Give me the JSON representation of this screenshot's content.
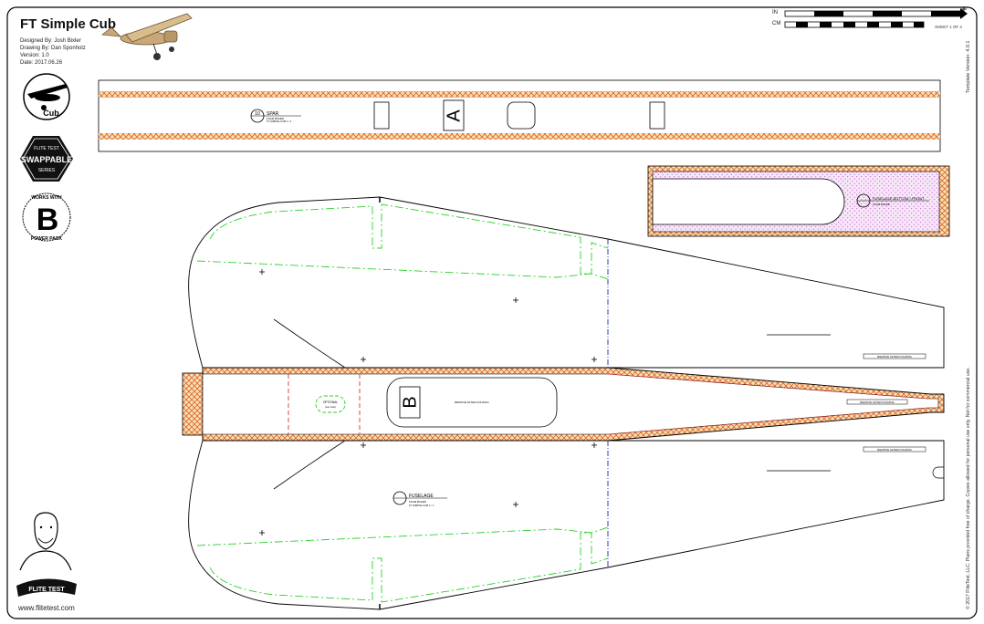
{
  "header": {
    "title": "FT Simple Cub",
    "designed_by": "Designed By: Josh Bixler",
    "drawing_by": "Drawing By: Dan Sponholz",
    "version": "Version: 1.0",
    "date": "Date: 2017.06.26"
  },
  "scale": {
    "inch_label": "IN",
    "cm_label": "CM",
    "sheet": "SHEET 1 OF 4"
  },
  "side": {
    "template_version": "Template Version: 4.0.1",
    "copyright": "© 2017 FliteTest, LLC.  Plans provided free of charge.  Copies allowed for personal use only.  Not for commercial use."
  },
  "logos": {
    "cub_text": "Cub",
    "swappable_top": "FLITE TEST",
    "swappable_mid": "SWAPPABLE",
    "swappable_bot": "SERIES",
    "pack_top": "WORKS WITH",
    "pack_letter": "B",
    "pack_bot": "POWER PACK",
    "footer_logo": "FLITE TEST"
  },
  "website": "www.flitetest.com",
  "parts": {
    "spar_number": "10",
    "spar_name": "SPAR",
    "spar_sub1": "FOAM BOARD",
    "spar_sub2": "FT SIMPLE CUB 1 / 1",
    "letter_a": "A",
    "letter_b": "B",
    "fuse_bottom_name": "FUSELAGE BOTTOM / FRONT",
    "fuse_bottom_sub": "FOAM BOARD",
    "fuselage_name": "FUSELAGE",
    "fuselage_sub1": "FOAM BOARD",
    "fuselage_sub2": "FT SIMPLE CUB 1 / 1",
    "optional": "OPTIONAL",
    "optional_sub": "(see note)",
    "remove_after_folding_1": "REMOVE AFTER FOLDING",
    "remove_after_folding_2": "REMOVE AFTER FOLDING",
    "remove_after_folding_3": "REMOVE AFTER FOLDING",
    "remove_after_folding_4": "REMOVE AFTER FOLDING"
  }
}
